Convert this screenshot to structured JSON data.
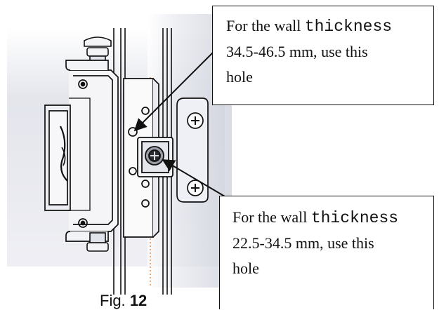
{
  "callouts": {
    "top": {
      "line1_prefix": "For the wall",
      "line1_word": "thickness",
      "line2": [
        "34.5-46.5",
        "mm,",
        "use",
        "this"
      ],
      "line3": "hole"
    },
    "bottom": {
      "line1_prefix": "For the wall",
      "line1_word": "thickness",
      "line2": [
        "22.5-34.5",
        "mm,",
        "use",
        "this"
      ],
      "line3": "hole"
    }
  },
  "caption": {
    "prefix": "Fig.",
    "number": "12"
  },
  "icons": [
    "bracket-drawing",
    "screw-icon",
    "phillips-screw-icon",
    "leader-arrow-icon"
  ],
  "colors": {
    "background": "#ffffff",
    "outline": "#111111",
    "shading": "#d9dbe4",
    "dashed_line": "#e07a2a"
  }
}
